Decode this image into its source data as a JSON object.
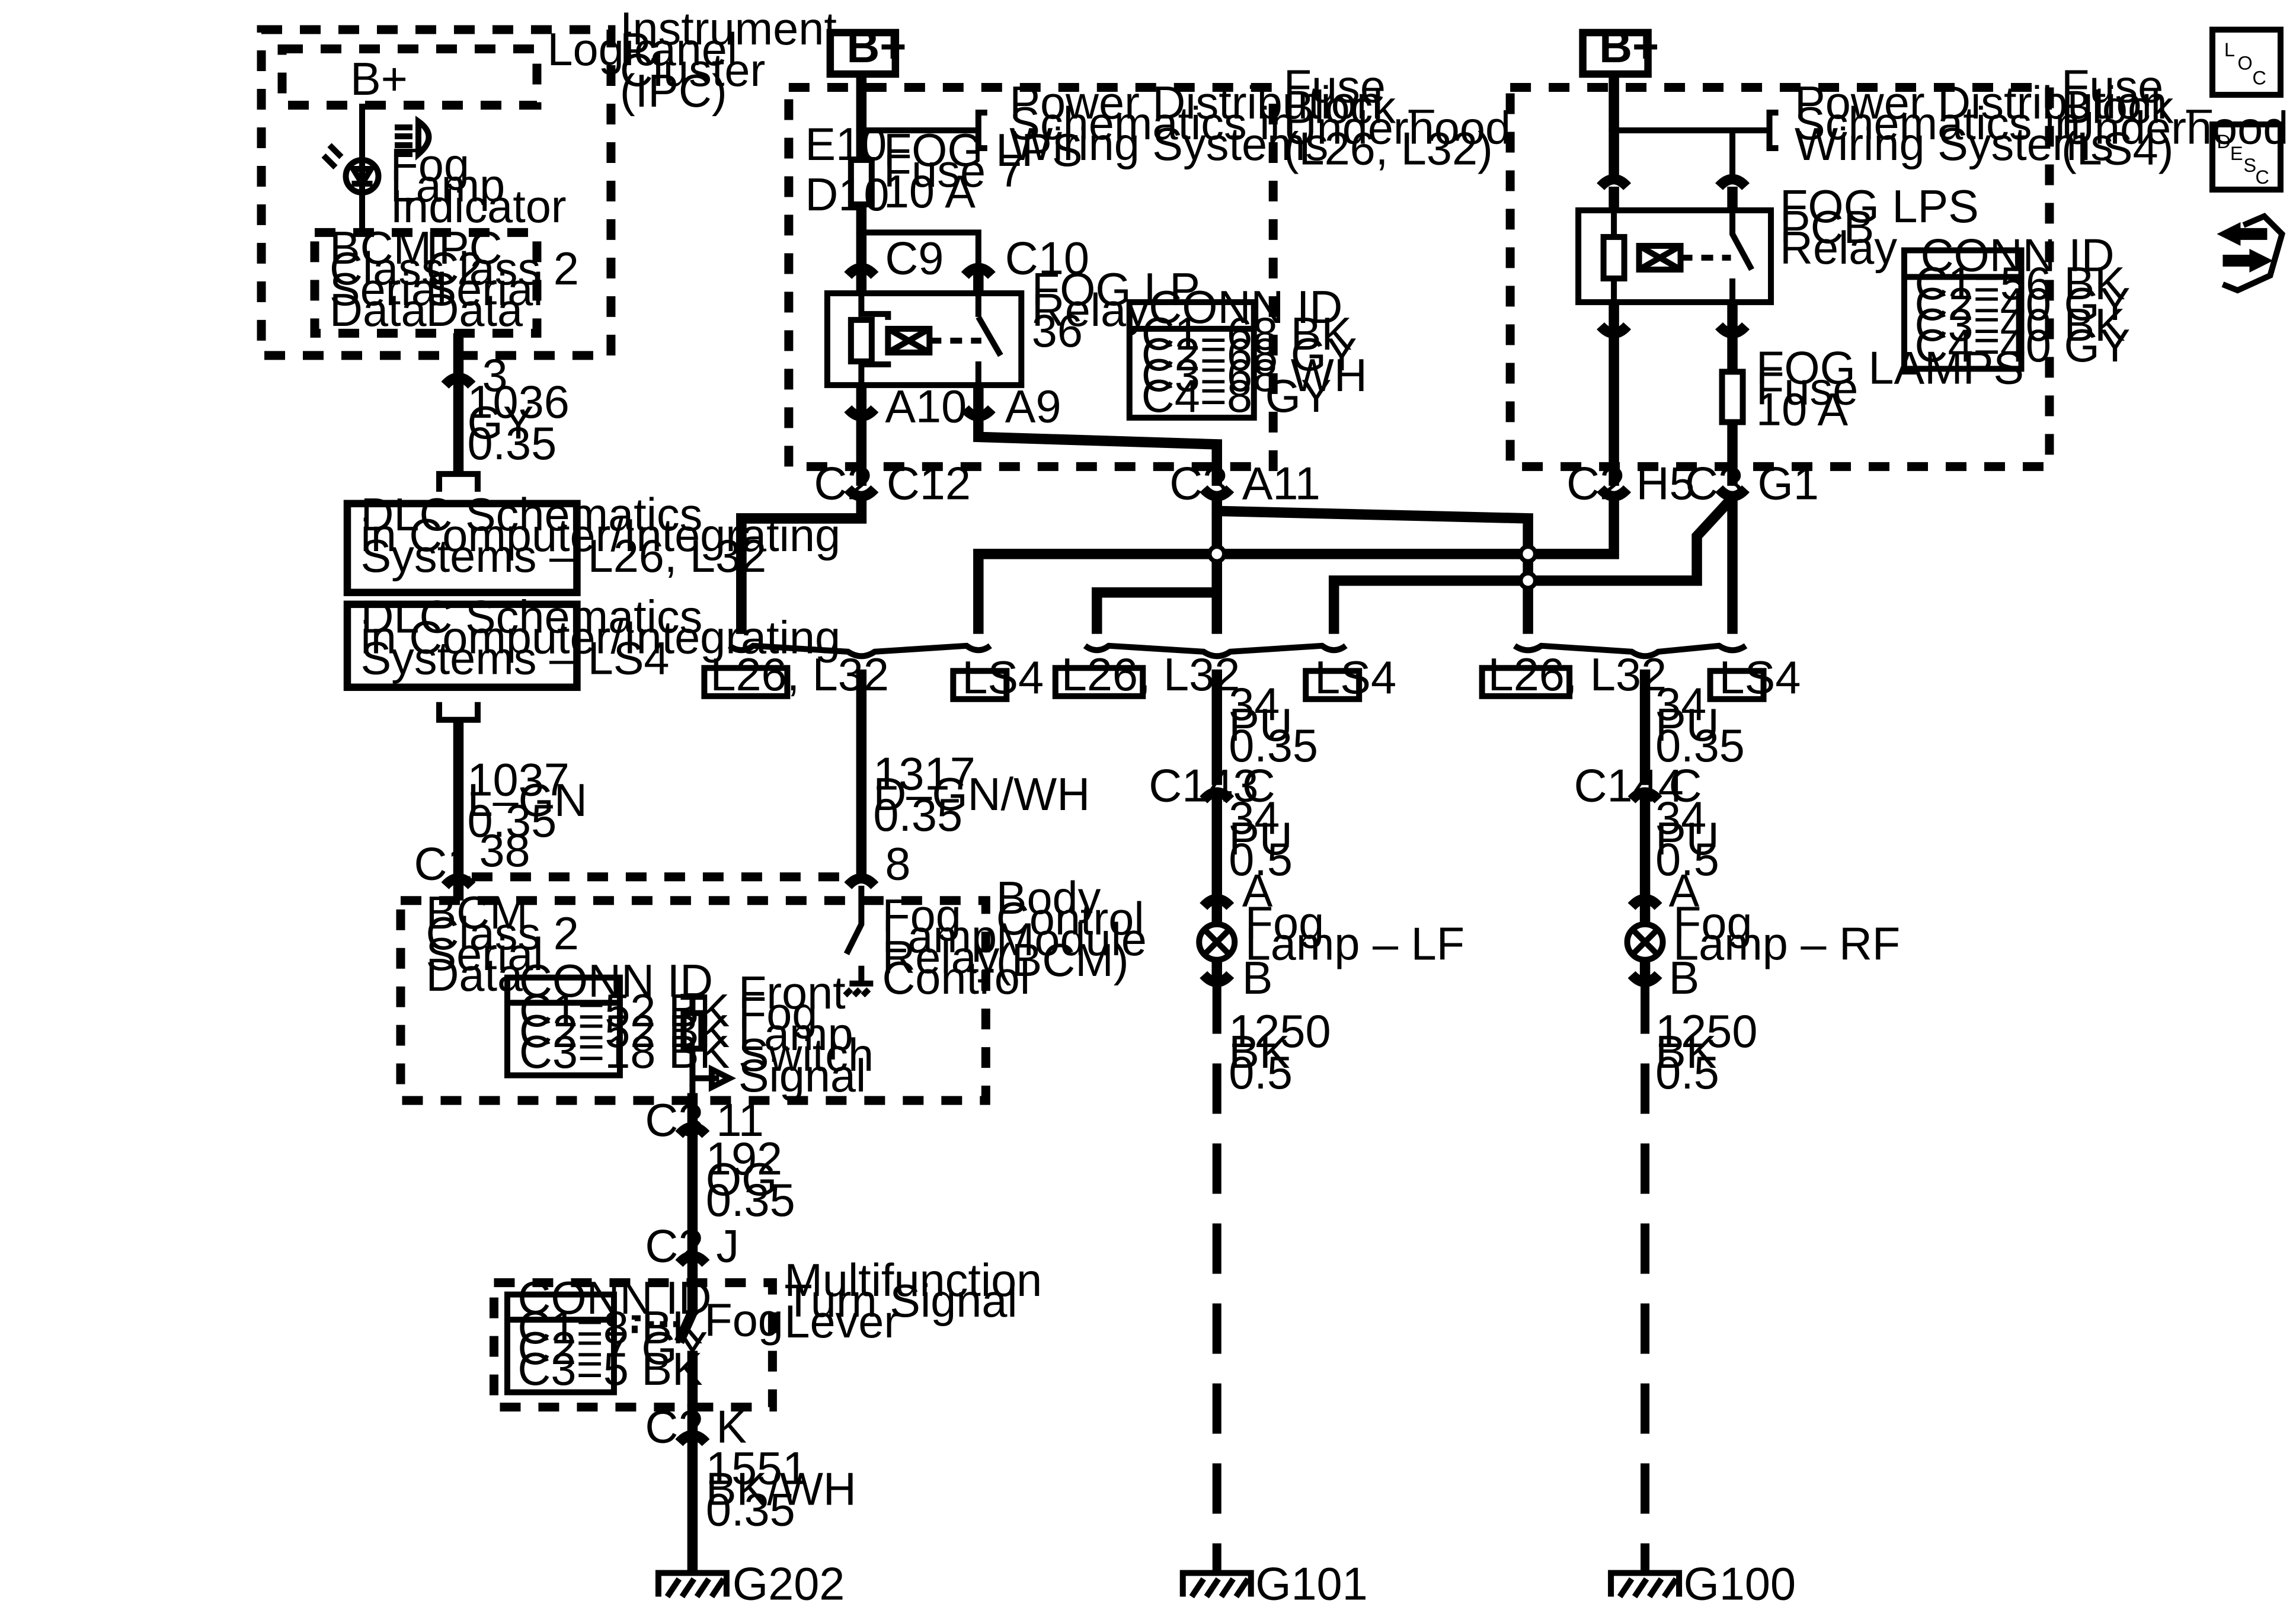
{
  "battery": {
    "left": "B+",
    "right": "B+"
  },
  "ipc": {
    "title": [
      "Instrument",
      "Panel",
      "Cluster",
      "(IPC)"
    ],
    "logic": "Logic",
    "bplus": "B+",
    "fog_indicator": [
      "Fog",
      "Lamp",
      "Indicator"
    ],
    "bcm_data": [
      "BCM",
      "Class 2",
      "Serial",
      "Data"
    ],
    "ipc_data": [
      "IPC",
      "Class 2",
      "Serial",
      "Data"
    ],
    "pin": "3"
  },
  "wires": {
    "w1036": [
      "1036",
      "GY",
      "0.35"
    ],
    "w1037": [
      "1037",
      "L–GN",
      "0.35"
    ],
    "w1317": [
      "1317",
      "D–GN/WH",
      "0.35"
    ],
    "w34a": [
      "34",
      "PU",
      "0.35"
    ],
    "w34b": [
      "34",
      "PU",
      "0.5"
    ],
    "w34c": [
      "34",
      "PU",
      "0.35"
    ],
    "w34d": [
      "34",
      "PU",
      "0.5"
    ],
    "w1250a": [
      "1250",
      "BK",
      "0.5"
    ],
    "w1250b": [
      "1250",
      "BK",
      "0.5"
    ],
    "w192": [
      "192",
      "OG",
      "0.35"
    ],
    "w1551": [
      "1551",
      "BK/WH",
      "0.35"
    ]
  },
  "dlc": {
    "box1": [
      "DLC Schematics",
      "in Computer/Integrating",
      "Systems – L26, L32"
    ],
    "box2": [
      "DLC Schematics",
      "in Computer/Integrating",
      "Systems – LS4"
    ]
  },
  "fuse_block_left": {
    "title": [
      "Fuse",
      "Block –",
      "Underhood",
      "(L26, L32)"
    ],
    "pds": [
      "Power Distribution",
      "Schematics in",
      "Wiring Systems"
    ],
    "e10": "E10",
    "d10": "D10",
    "fuse": [
      "FOG LPS",
      "Fuse 7",
      "10 A"
    ],
    "c9": "C9",
    "c10": "C10",
    "a10": "A10",
    "a9": "A9",
    "relay": [
      "FOG LP",
      "Relay",
      "36"
    ],
    "conn_title": "CONN ID",
    "conn": [
      "C1=68 BK",
      "C2=68 GY",
      "C3=68 WH",
      "C4=8 GY"
    ],
    "c2": "C2",
    "c12": "C12",
    "c3": "C3",
    "a11": "A11"
  },
  "fuse_block_right": {
    "title": [
      "Fuse",
      "Block –",
      "Underhood",
      "(LS4)"
    ],
    "pds": [
      "Power Distribution",
      "Schematics in",
      "Wiring Systems"
    ],
    "relay": [
      "FOG LPS",
      "PCB",
      "Relay"
    ],
    "fuse": [
      "FOG LAMPS",
      "Fuse",
      "10 A"
    ],
    "conn_title": "CONN ID",
    "conn": [
      "C1=56 BK",
      "C2=40 GY",
      "C3=40 BK",
      "C4=40 GY"
    ],
    "c2": "C2",
    "h5": "H5",
    "c3": "C3",
    "g1": "G1"
  },
  "options": {
    "l26": "L26, L32",
    "ls4": "LS4"
  },
  "bcm": {
    "c1": "C1",
    "pin38": "38",
    "pin8": "8",
    "data": [
      "BCM",
      "Class 2",
      "Serial",
      "Data"
    ],
    "title": [
      "Body",
      "Control",
      "Module",
      "(BCM)"
    ],
    "relay_ctrl": [
      "Fog",
      "Lamp",
      "Relay",
      "Control"
    ],
    "switch_sig": [
      "Front",
      "Fog",
      "Lamp",
      "Switch",
      "Signal"
    ],
    "conn_title": "CONN ID",
    "conn": [
      "C1=52 BK",
      "C2=52 BK",
      "C3=18 BK"
    ],
    "c3": "C3",
    "pin11": "11"
  },
  "mfsw": {
    "c2": "C2",
    "j": "J",
    "k": "K",
    "c2b": "C2",
    "title": [
      "Multifunction",
      "Turn Signal",
      "Lever"
    ],
    "fog": "Fog",
    "conn_title": "CONN ID",
    "conn": [
      "C1=8 BK",
      "C2=7 GY",
      "C3=5 BK"
    ]
  },
  "lamps": {
    "c143": "C143",
    "c144": "C144",
    "c": "C",
    "a": "A",
    "b": "B",
    "lf": [
      "Fog",
      "Lamp – LF"
    ],
    "rf": [
      "Fog",
      "Lamp – RF"
    ]
  },
  "grounds": {
    "g202": "G202",
    "g101": "G101",
    "g100": "G100"
  },
  "legend": {
    "loc": [
      "L",
      "O",
      "C"
    ],
    "desc": [
      "D",
      "E",
      "S",
      "C"
    ]
  }
}
